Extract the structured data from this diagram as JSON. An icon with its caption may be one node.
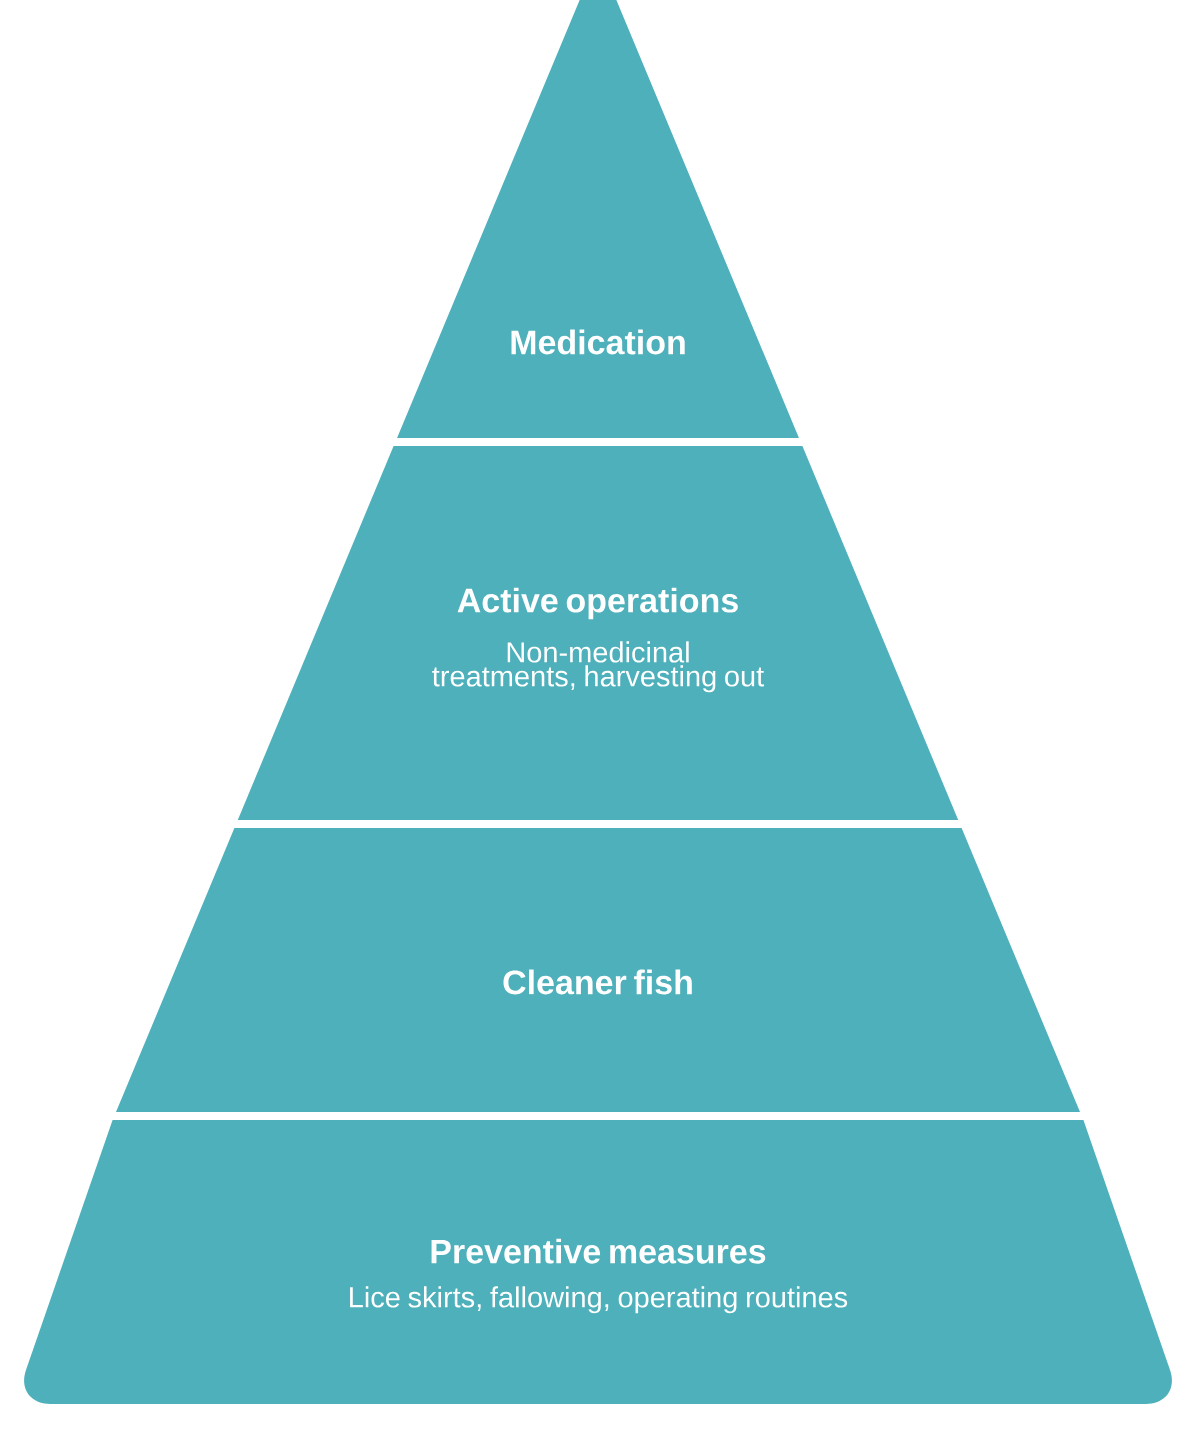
{
  "diagram": {
    "nodes": [
      {
        "text": [
          "Medication"
        ]
      },
      {
        "text": [
          "Active operations",
          "Non-medicinal treatments, harvesting out"
        ]
      },
      {
        "text": [
          "Cleaner fish"
        ]
      },
      {
        "text": [
          "Preventive measures",
          "Lice skirts, fallowing, operating routines"
        ]
      }
    ]
  }
}
